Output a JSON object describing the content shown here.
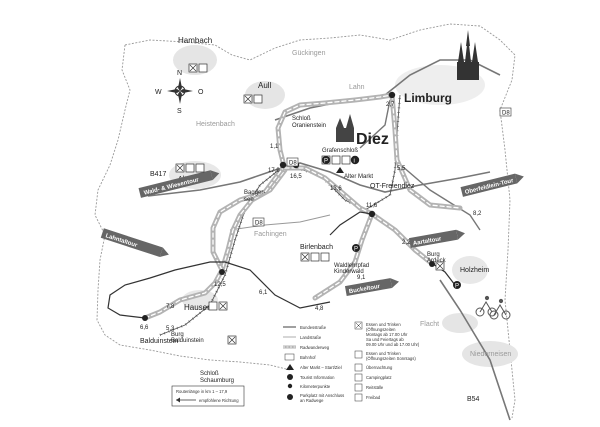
{
  "places": {
    "hambach": "Hambach",
    "guckingen": "Gückingen",
    "aull": "Aull",
    "lahn": "Lahn",
    "limburg": "Limburg",
    "heistenbach": "Heistenbach",
    "schloss_line1": "Schloß",
    "schloss_line2": "Oranienstein",
    "diez": "Diez",
    "grafenschloss": "Grafenschloß",
    "alter_markt": "Alter Markt",
    "ot_freiendiez": "OT-Freiendiez",
    "altendiez": "Altendiez",
    "baggersee_line1": "Bagger-",
    "baggersee_line2": "see",
    "fachingen": "Fachingen",
    "birlenbach": "Birlenbach",
    "waldlehrpfad_line1": "Waldlehrpfad",
    "waldlehrpfad_line2": "Kinderwald",
    "burg_ardeck_line1": "Burg",
    "burg_ardeck_line2": "Ardeck",
    "holzheim": "Holzheim",
    "hausen": "Hausen",
    "burg_balduinstein_line1": "Burg",
    "burg_balduinstein_line2": "Balduinstein",
    "balduinstein": "Balduinstein",
    "schloss_schaumburg_line1": "Schloß",
    "schloss_schaumburg_line2": "Schaumburg",
    "flacht": "Flacht",
    "niederneisen": "Niederneisen"
  },
  "roads": {
    "b417": "B417",
    "b54": "B54",
    "d8_diez": "D8",
    "d8_fachingen": "D8",
    "d8_limburg": "D8"
  },
  "compass": {
    "n": "N",
    "s": "S",
    "w": "W",
    "o": "O"
  },
  "route_signs": {
    "wald_wiesentour": "Wald- & Wiesentour",
    "oberfeldlein_tour": "Oberfeldlein-Tour",
    "lahntaltour": "Lahntaltour",
    "aartaltour": "Aartaltour",
    "buckeltour": "Buckeltour"
  },
  "km_marks": [
    "2,7",
    "1,1",
    "17,9",
    "16,5",
    "13,6",
    "5,5",
    "11,6",
    "8,2",
    "2,2",
    "4,8",
    "9,1",
    "6,1",
    "12,5",
    "7,8",
    "6,6",
    "5,3"
  ],
  "legend": {
    "bundesstrasse": "Bundesstraße",
    "landstrasse": "Landstraße",
    "radwanderweg": "Radwanderweg",
    "bahnhof": "Bahnhof",
    "alter_markt_start_ziel": "Alter Markt – Start/Ziel",
    "tourist_info": "Tourist Information",
    "kilometerpunkte": "Kilometerpunkte",
    "parkplatz_line1": "Parkplatz mit Anschluss",
    "parkplatz_line2": "an Radwege",
    "essen_line1": "Essen und Trinken",
    "essen_line2": "(Öffnungszeiten",
    "essen_line3": "Montags ab 17.00 Uhr",
    "essen_line4": "Sa und Feiertags ab",
    "essen_line5": "09.00 Uhr und ab 17.00 Uhr)",
    "essen2_line1": "Essen und Trinken",
    "essen2_line2": "(Öffnungszeiten Sonntags)",
    "uebernachtung": "Übernachtung",
    "campingplatz": "Campingplatz",
    "reitstaelle": "Reitställe",
    "freibad": "Freibad",
    "route_line1": "Routenlänge in km 1 – 17,9",
    "route_line2": "empfohlene Richtung"
  },
  "colors": {
    "route_fill": "#b3b3b3",
    "route_dash": "#ffffff",
    "road": "#777777",
    "border": "#999999",
    "marker": "#222222",
    "sign": "#666666"
  }
}
